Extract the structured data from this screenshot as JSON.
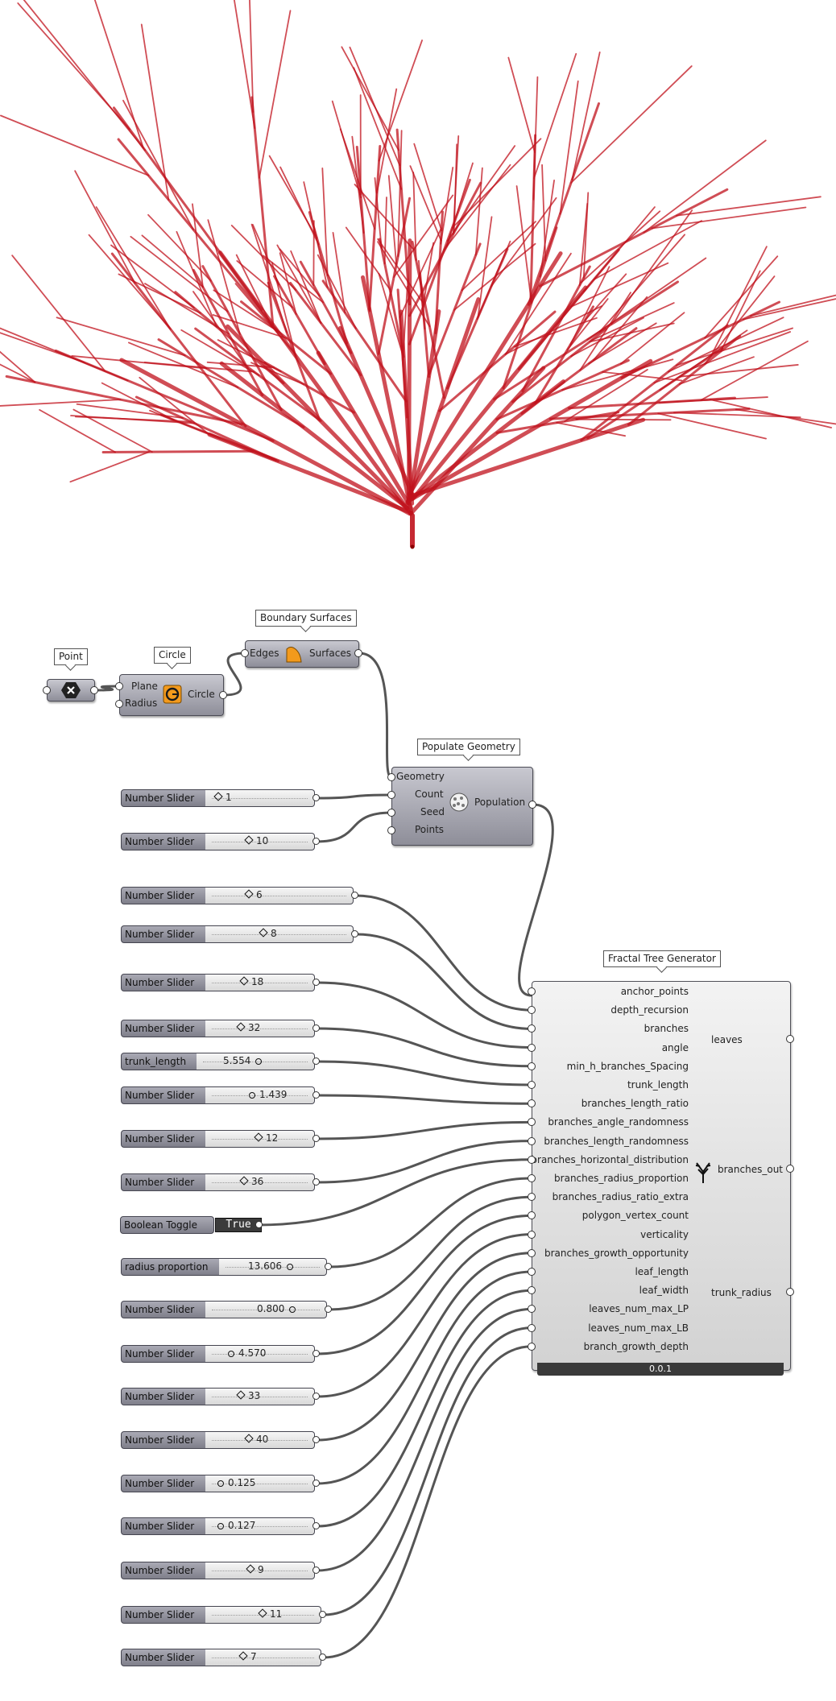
{
  "tags": {
    "point": "Point",
    "circle": "Circle",
    "boundary": "Boundary Surfaces",
    "populate": "Populate Geometry",
    "fractal": "Fractal Tree Generator"
  },
  "circle_comp": {
    "plane": "Plane",
    "radius": "Radius",
    "out": "Circle"
  },
  "boundary_comp": {
    "edges": "Edges",
    "out": "Surfaces"
  },
  "populate_comp": {
    "geometry": "Geometry",
    "count": "Count",
    "seed": "Seed",
    "points": "Points",
    "out": "Population"
  },
  "sliders": [
    {
      "label": "Number Slider",
      "value": "1"
    },
    {
      "label": "Number Slider",
      "value": "10"
    },
    {
      "label": "Number Slider",
      "value": "6"
    },
    {
      "label": "Number Slider",
      "value": "8"
    },
    {
      "label": "Number Slider",
      "value": "18"
    },
    {
      "label": "Number Slider",
      "value": "32"
    },
    {
      "label": "trunk_length",
      "value": "5.554"
    },
    {
      "label": "Number Slider",
      "value": "1.439"
    },
    {
      "label": "Number Slider",
      "value": "12"
    },
    {
      "label": "Number Slider",
      "value": "36"
    },
    {
      "label": "radius proportion",
      "value": "13.606"
    },
    {
      "label": "Number Slider",
      "value": "0.800"
    },
    {
      "label": "Number Slider",
      "value": "4.570"
    },
    {
      "label": "Number Slider",
      "value": "33"
    },
    {
      "label": "Number Slider",
      "value": "40"
    },
    {
      "label": "Number Slider",
      "value": "0.125"
    },
    {
      "label": "Number Slider",
      "value": "0.127"
    },
    {
      "label": "Number Slider",
      "value": "9"
    },
    {
      "label": "Number Slider",
      "value": "11"
    },
    {
      "label": "Number Slider",
      "value": "7"
    }
  ],
  "toggle": {
    "label": "Boolean Toggle",
    "value": "True"
  },
  "fractal_inputs": [
    "anchor_points",
    "depth_recursion",
    "branches",
    "angle",
    "min_h_branches_Spacing",
    "trunk_length",
    "branches_length_ratio",
    "branches_angle_randomness",
    "branches_length_randomness",
    "branches_horizontal_distribution",
    "branches_radius_proportion",
    "branches_radius_ratio_extra",
    "polygon_vertex_count",
    "verticality",
    "branches_growth_opportunity",
    "leaf_length",
    "leaf_width",
    "leaves_num_max_LP",
    "leaves_num_max_LB",
    "branch_growth_depth"
  ],
  "fractal_outputs": {
    "leaves": "leaves",
    "branches_out": "branches_out",
    "trunk_radius": "trunk_radius"
  },
  "fractal_version": "0.0.1",
  "colors": {
    "tree": "#c0121c",
    "wire": "#555555",
    "component": "#9a9aa5"
  }
}
